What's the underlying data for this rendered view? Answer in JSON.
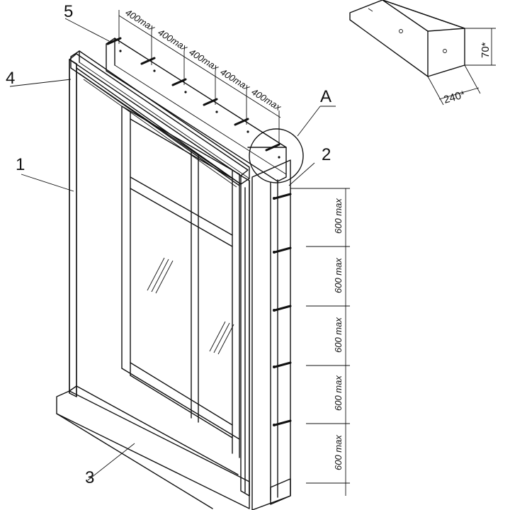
{
  "callouts": {
    "frame": "1",
    "anchor": "2",
    "sill": "3",
    "lintel": "4",
    "bolt": "5",
    "detail": "A"
  },
  "top_dimensions": [
    "400max",
    "400max",
    "400max",
    "400max",
    "400max"
  ],
  "side_dimensions": [
    "600 max",
    "600 max",
    "600 max",
    "600 max",
    "600 max"
  ],
  "detail_dimensions": {
    "height": "70*",
    "width": "240*"
  }
}
